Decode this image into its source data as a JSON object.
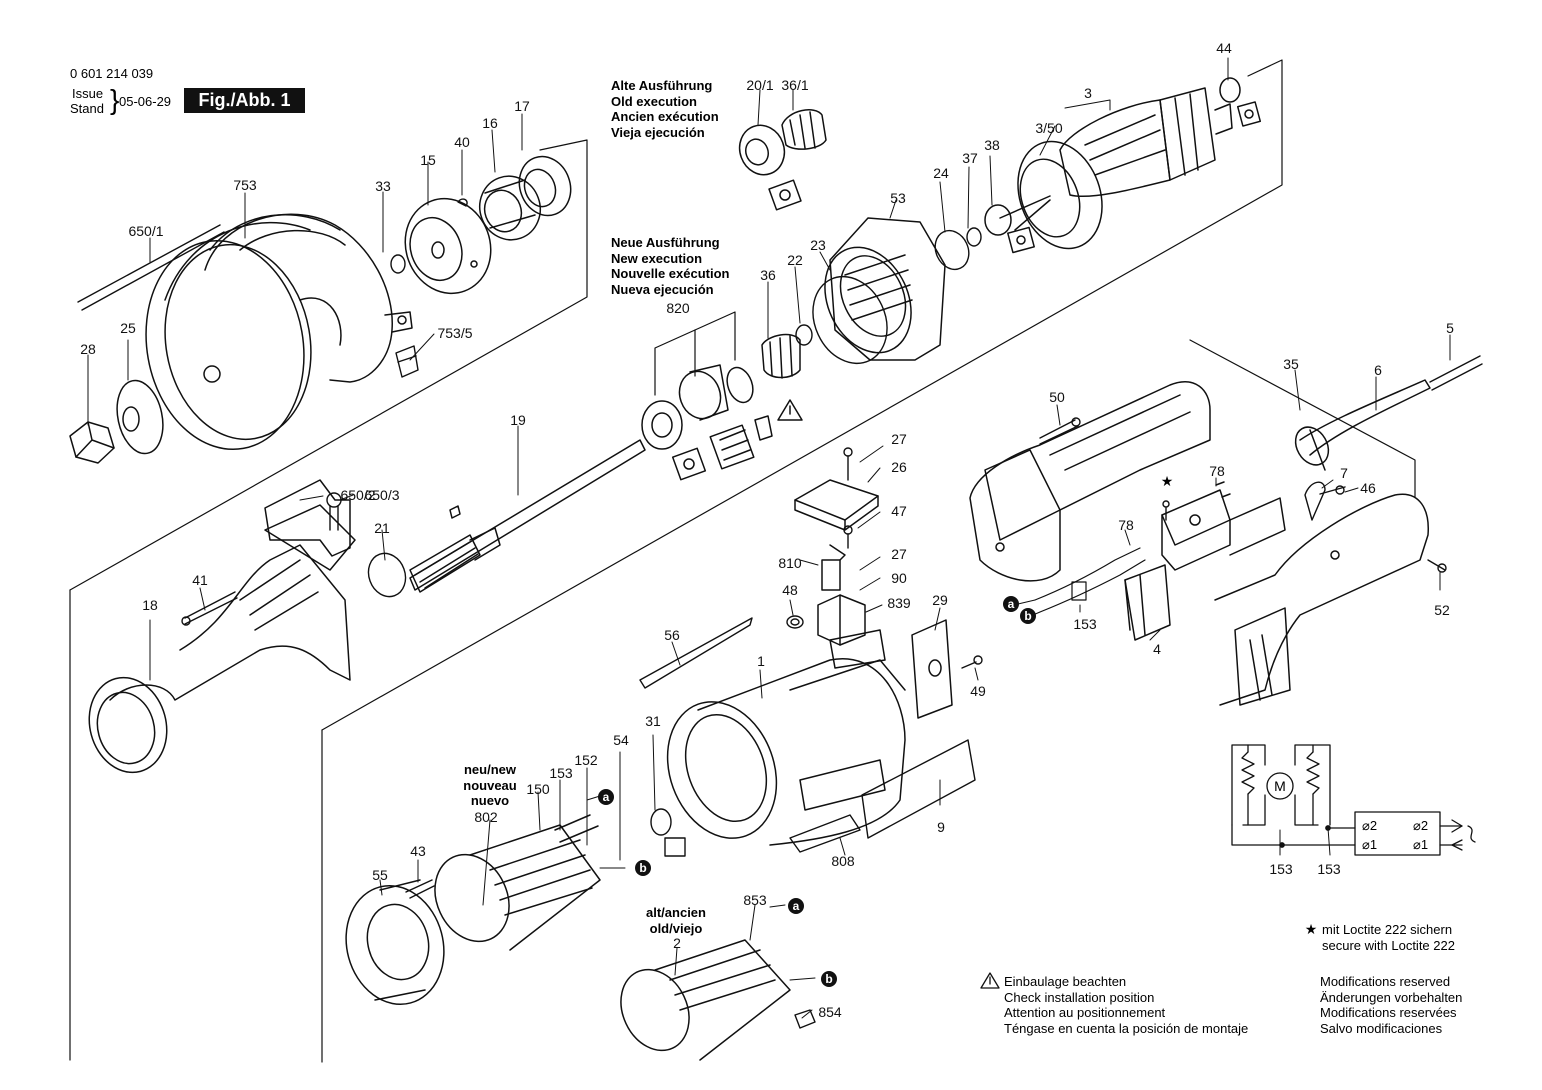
{
  "header": {
    "part_number": "0 601 214 039",
    "issue_label": "Issue",
    "stand_label": "Stand",
    "date": "05-06-29",
    "figure": "Fig./Abb. 1"
  },
  "editions": {
    "old": [
      "Alte Ausführung",
      "Old execution",
      "Ancien exécution",
      "Vieja ejecución"
    ],
    "new": [
      "Neue Ausführung",
      "New execution",
      "Nouvelle exécution",
      "Nueva ejecución"
    ],
    "stator_new": [
      "neu/new",
      "nouveau",
      "nuevo"
    ],
    "stator_old": [
      "alt/ancien",
      "old/viejo"
    ]
  },
  "part_labels": [
    {
      "id": "lbl-0",
      "text": "44"
    },
    {
      "id": "lbl-1",
      "text": "20/1"
    },
    {
      "id": "lbl-2",
      "text": "36/1"
    },
    {
      "id": "lbl-3",
      "text": "3"
    },
    {
      "id": "lbl-4",
      "text": "3/50"
    },
    {
      "id": "lbl-5",
      "text": "17"
    },
    {
      "id": "lbl-6",
      "text": "40"
    },
    {
      "id": "lbl-7",
      "text": "16"
    },
    {
      "id": "lbl-8",
      "text": "15"
    },
    {
      "id": "lbl-9",
      "text": "753"
    },
    {
      "id": "lbl-10",
      "text": "33"
    },
    {
      "id": "lbl-11",
      "text": "650/1"
    },
    {
      "id": "lbl-12",
      "text": "753/5"
    },
    {
      "id": "lbl-13",
      "text": "28"
    },
    {
      "id": "lbl-14",
      "text": "25"
    },
    {
      "id": "lbl-15",
      "text": "24"
    },
    {
      "id": "lbl-16",
      "text": "37"
    },
    {
      "id": "lbl-17",
      "text": "38"
    },
    {
      "id": "lbl-18",
      "text": "53"
    },
    {
      "id": "lbl-19",
      "text": "23"
    },
    {
      "id": "lbl-20",
      "text": "22"
    },
    {
      "id": "lbl-21",
      "text": "820"
    },
    {
      "id": "lbl-22",
      "text": "36"
    },
    {
      "id": "lbl-23",
      "text": "5"
    },
    {
      "id": "lbl-24",
      "text": "35"
    },
    {
      "id": "lbl-25",
      "text": "6"
    },
    {
      "id": "lbl-26",
      "text": "50"
    },
    {
      "id": "lbl-27",
      "text": "19"
    },
    {
      "id": "lbl-28",
      "text": "27"
    },
    {
      "id": "lbl-29",
      "text": "26"
    },
    {
      "id": "lbl-30",
      "text": "78"
    },
    {
      "id": "lbl-31",
      "text": "7"
    },
    {
      "id": "lbl-32",
      "text": "46"
    },
    {
      "id": "lbl-33",
      "text": "650/2"
    },
    {
      "id": "lbl-34",
      "text": "650/3"
    },
    {
      "id": "lbl-35",
      "text": "47"
    },
    {
      "id": "lbl-36",
      "text": "78"
    },
    {
      "id": "lbl-37",
      "text": "21"
    },
    {
      "id": "lbl-38",
      "text": "810"
    },
    {
      "id": "lbl-39",
      "text": "27"
    },
    {
      "id": "lbl-40",
      "text": "90"
    },
    {
      "id": "lbl-41",
      "text": "41"
    },
    {
      "id": "lbl-42",
      "text": "48"
    },
    {
      "id": "lbl-43",
      "text": "839"
    },
    {
      "id": "lbl-44",
      "text": "29"
    },
    {
      "id": "lbl-45",
      "text": "18"
    },
    {
      "id": "lbl-46",
      "text": "153"
    },
    {
      "id": "lbl-47",
      "text": "52"
    },
    {
      "id": "lbl-48",
      "text": "56"
    },
    {
      "id": "lbl-49",
      "text": "4"
    },
    {
      "id": "lbl-50",
      "text": "1"
    },
    {
      "id": "lbl-51",
      "text": "49"
    },
    {
      "id": "lbl-52",
      "text": "31"
    },
    {
      "id": "lbl-53",
      "text": "54"
    },
    {
      "id": "lbl-54",
      "text": "152"
    },
    {
      "id": "lbl-55",
      "text": "153"
    },
    {
      "id": "lbl-56",
      "text": "150"
    },
    {
      "id": "lbl-57",
      "text": "802"
    },
    {
      "id": "lbl-58",
      "text": "9"
    },
    {
      "id": "lbl-59",
      "text": "808"
    },
    {
      "id": "lbl-60",
      "text": "43"
    },
    {
      "id": "lbl-61",
      "text": "55"
    },
    {
      "id": "lbl-62",
      "text": "853"
    },
    {
      "id": "lbl-63",
      "text": "2"
    },
    {
      "id": "lbl-64",
      "text": "854"
    },
    {
      "id": "lbl-65",
      "text": "153"
    },
    {
      "id": "lbl-66",
      "text": "153"
    }
  ],
  "wire_markers": [
    {
      "id": "wm-0",
      "text": "a"
    },
    {
      "id": "wm-1",
      "text": "b"
    },
    {
      "id": "wm-2",
      "text": "a"
    },
    {
      "id": "wm-3",
      "text": "b"
    },
    {
      "id": "wm-4",
      "text": "a"
    },
    {
      "id": "wm-5",
      "text": "b"
    }
  ],
  "schematic": {
    "motor": "M",
    "terminals": [
      "⌀2",
      "⌀1",
      "⌀2",
      "⌀1"
    ]
  },
  "notes": {
    "loctite": [
      "mit Loctite 222 sichern",
      "secure with Loctite 222"
    ],
    "install": [
      "Einbaulage beachten",
      "Check installation position",
      "Attention au positionnement",
      "Téngase en cuenta la posición de montaje"
    ],
    "modifications": [
      "Modifications reserved",
      "Änderungen vorbehalten",
      "Modifications reservées",
      "Salvo modificaciones"
    ]
  }
}
